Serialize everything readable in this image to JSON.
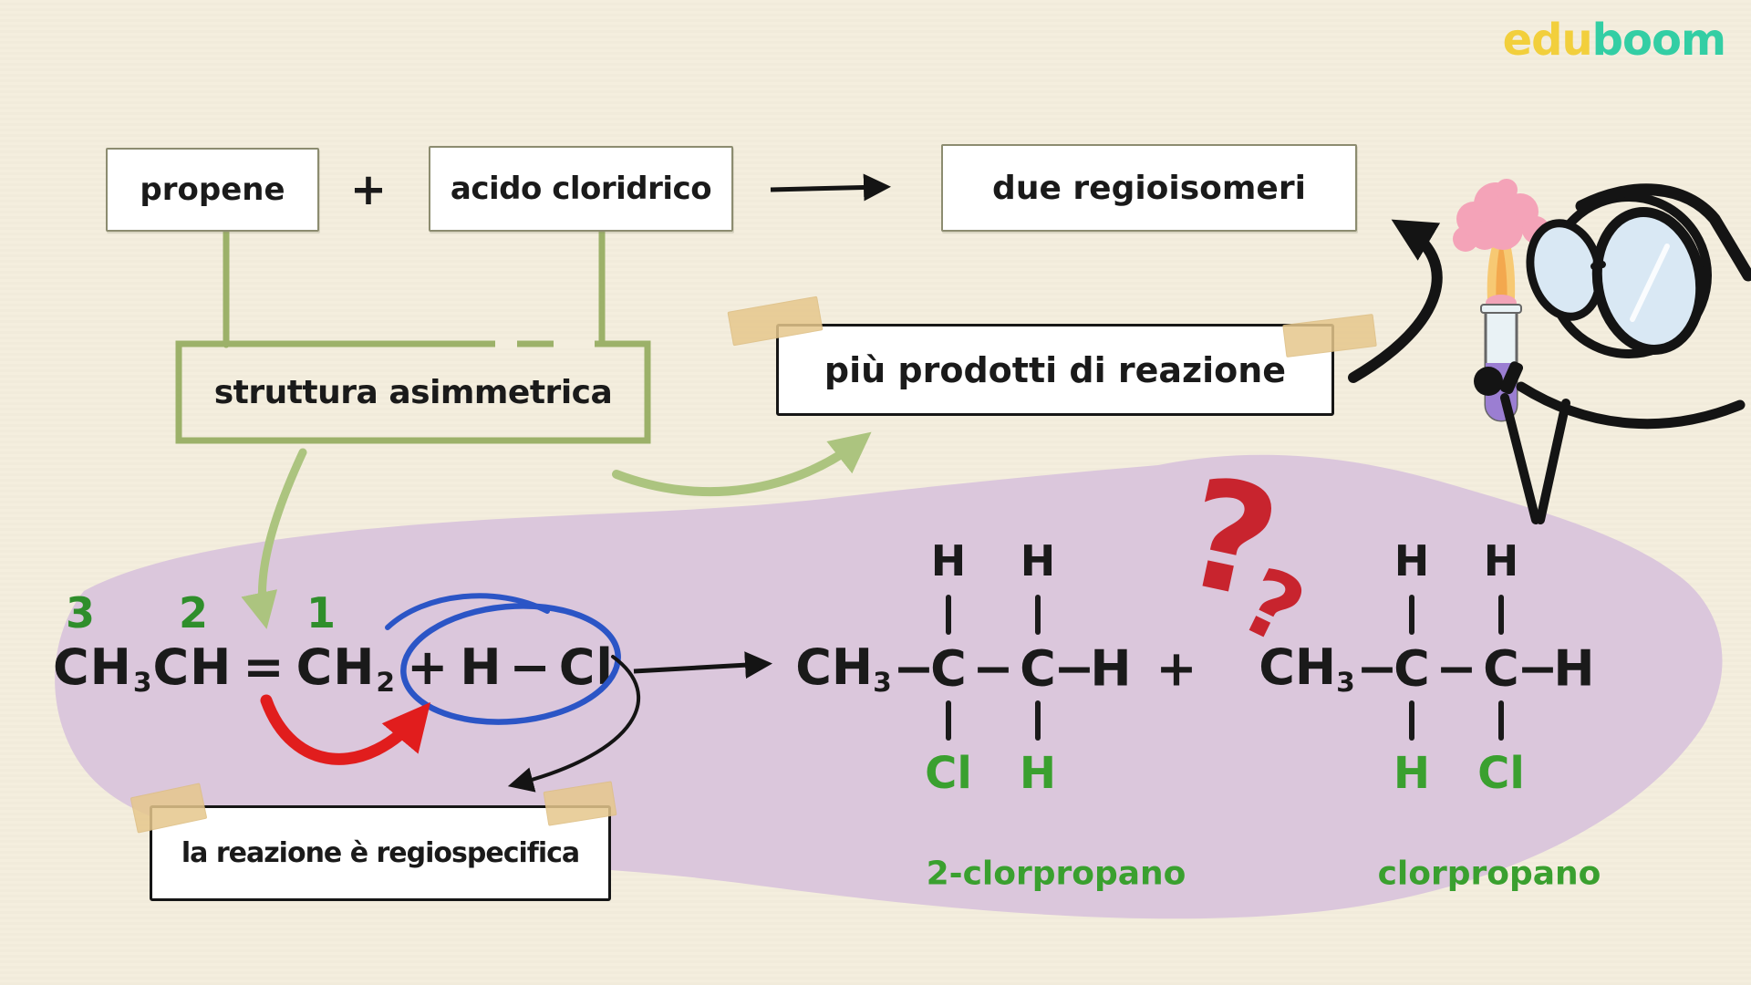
{
  "logo": {
    "edu": "edu",
    "boom": "boom"
  },
  "top_flow": {
    "reactant1": "propene",
    "plus": "+",
    "reactant2": "acido cloridrico",
    "result": "due regioisomeri"
  },
  "notes": {
    "structure": "struttura asimmetrica",
    "products": "più prodotti di reazione",
    "regiospecific": "la reazione è regiospecifica"
  },
  "equation": {
    "carbon_numbers": [
      "3",
      "2",
      "1"
    ],
    "seg1": "CH",
    "seg1_sub": "3",
    "seg2": "CH",
    "eq_sign": "=",
    "seg3": "CH",
    "seg3_sub": "2",
    "plus": "+",
    "h": "H",
    "bond": "−",
    "cl": "Cl"
  },
  "products": {
    "plus": "+",
    "question_big": "?",
    "question_small": "?",
    "items": [
      {
        "ch": "CH",
        "sub": "3",
        "bond": "−",
        "c1": "C",
        "c2": "C",
        "h_end": "H",
        "top1": "H",
        "top2": "H",
        "bottom1": "Cl",
        "bottom2": "H",
        "name": "2-clorpropano"
      },
      {
        "ch": "CH",
        "sub": "3",
        "bond": "−",
        "c1": "C",
        "c2": "C",
        "h_end": "H",
        "top1": "H",
        "top2": "H",
        "bottom1": "H",
        "bottom2": "Cl",
        "name": "clorpropano"
      }
    ]
  },
  "colors": {
    "background": "#F4EEDE",
    "ink": "#1A1A1A",
    "green_line": "#9CB169",
    "green_arrow": "#ACC47F",
    "green_text": "#2F8E2B",
    "label_green": "#3AA02F",
    "blob": "#DBC7DC",
    "blue_circle": "#2B55C6",
    "red_arrow": "#E11D1D",
    "question_red": "#C8242E",
    "tape": "#E6C78C",
    "logo_yellow": "#F2CF3C",
    "logo_teal": "#33CEA4"
  }
}
